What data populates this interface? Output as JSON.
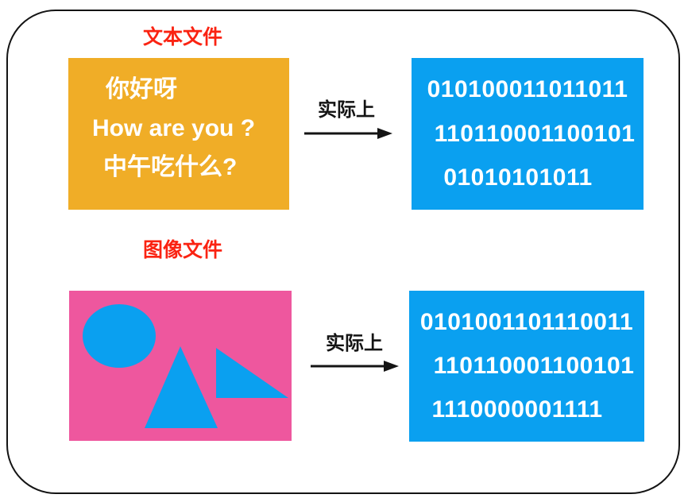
{
  "colors": {
    "label-red": "#fa2312",
    "box-yellow": "#f0ad27",
    "box-blue": "#0aa0f0",
    "box-pink": "#ee579e",
    "ink": "#141414",
    "text-white": "#ffffff"
  },
  "diagram": {
    "sections": [
      {
        "label": "文本文件",
        "source_lines": [
          "你好呀",
          "How are you ?",
          "中午吃什么?"
        ],
        "arrow_label": "实际上",
        "binary_lines": [
          "010100011011011",
          "110110001100101",
          "01010101011"
        ]
      },
      {
        "label": "图像文件",
        "shapes": [
          "ellipse",
          "triangle",
          "right-triangle"
        ],
        "arrow_label": "实际上",
        "binary_lines": [
          "0101001101110011",
          "110110001100101",
          "1110000001111"
        ]
      }
    ]
  }
}
